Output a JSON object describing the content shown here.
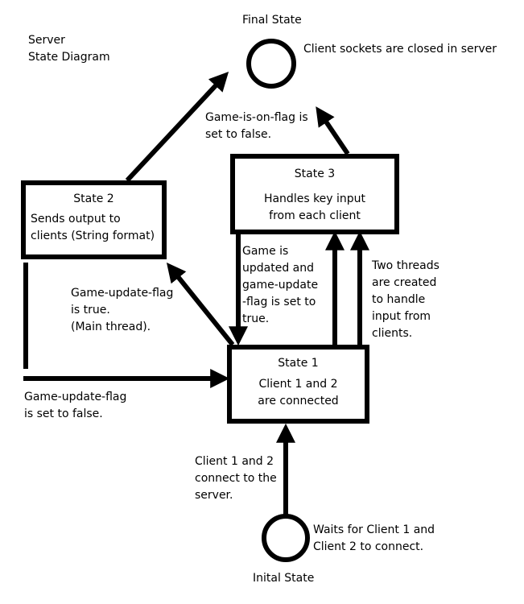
{
  "diagram": {
    "title": "Server\nState Diagram",
    "final_state": {
      "label": "Final State",
      "note": "Client sockets are closed in server"
    },
    "initial_state": {
      "label": "Inital State",
      "note": "Waits for Client 1 and\nClient 2 to connect."
    },
    "state1": {
      "title": "State 1",
      "body": "Client 1 and 2\nare connected"
    },
    "state2": {
      "title": "State 2",
      "body": "Sends output to\nclients (String format)"
    },
    "state3": {
      "title": "State 3",
      "body": "Handles key input\nfrom each client"
    },
    "transitions": {
      "initial_to_state1": "Client 1 and 2\nconnect to the\nserver.",
      "state2_to_final": "Game-is-on-flag is\nset to false.",
      "state1_to_state2": "Game-update-flag\nis true.\n(Main thread).",
      "state3_to_state1": "Game is\nupdated and\ngame-update\n-flag is set to\ntrue.",
      "state1_to_state3": "Two threads\nare created\nto handle\ninput from\nclients.",
      "state2_to_state1": "Game-update-flag\nis set to false."
    },
    "colors": {
      "stroke": "#000000",
      "background": "#ffffff"
    }
  }
}
